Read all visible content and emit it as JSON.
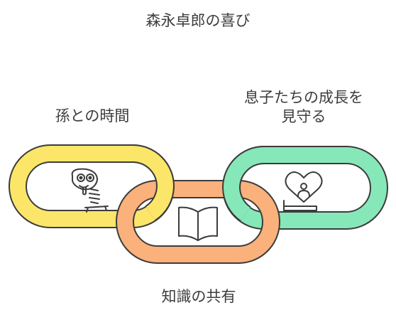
{
  "title": "森永卓郎の喜び",
  "links": [
    {
      "label": "孫との時間",
      "icon": "playful-creature-icon",
      "color": "#fbe66a"
    },
    {
      "label": "知識の共有",
      "icon": "open-book-icon",
      "color": "#fbb17b"
    },
    {
      "label_lines": [
        "息子たちの成長を",
        "見守る"
      ],
      "icon": "heart-person-icon",
      "color": "#86e8b8"
    }
  ],
  "stroke_color": "#3c3c3c"
}
